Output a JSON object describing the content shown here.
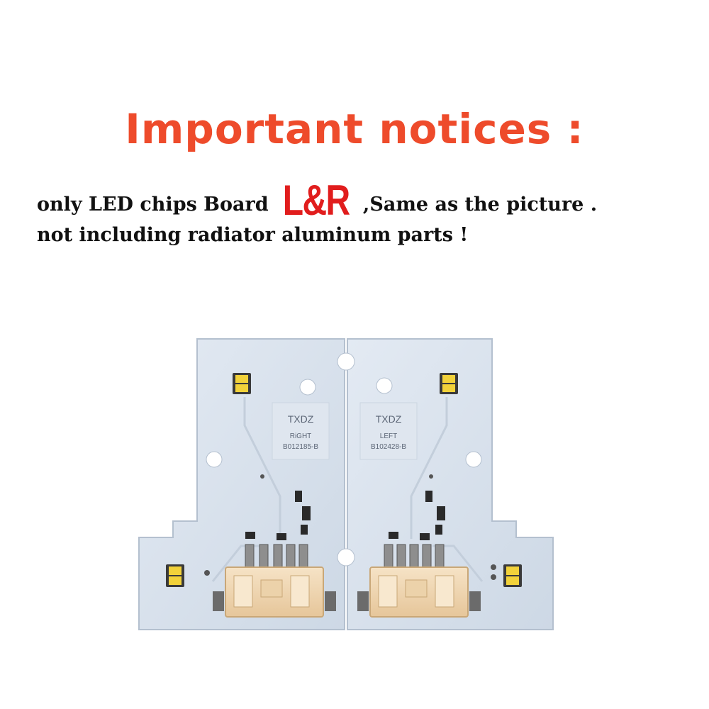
{
  "title": "Important notices :",
  "notice": {
    "line1_before": "only LED chips Board",
    "highlight": "L&R",
    "line1_after": ",Same as the picture  .",
    "line2": "not including radiator aluminum parts !"
  },
  "board": {
    "right": {
      "brand": "TXDZ",
      "side": "RiGHT",
      "part": "B012185-B"
    },
    "left": {
      "brand": "TXDZ",
      "side": "LEFT",
      "part": "B102428-B"
    }
  },
  "colors": {
    "title": "#ee4b2b",
    "highlight": "#e11d1d",
    "pcb": "#d7e1ec",
    "connector": "#f1d7b1",
    "led": "#f2d23a"
  }
}
